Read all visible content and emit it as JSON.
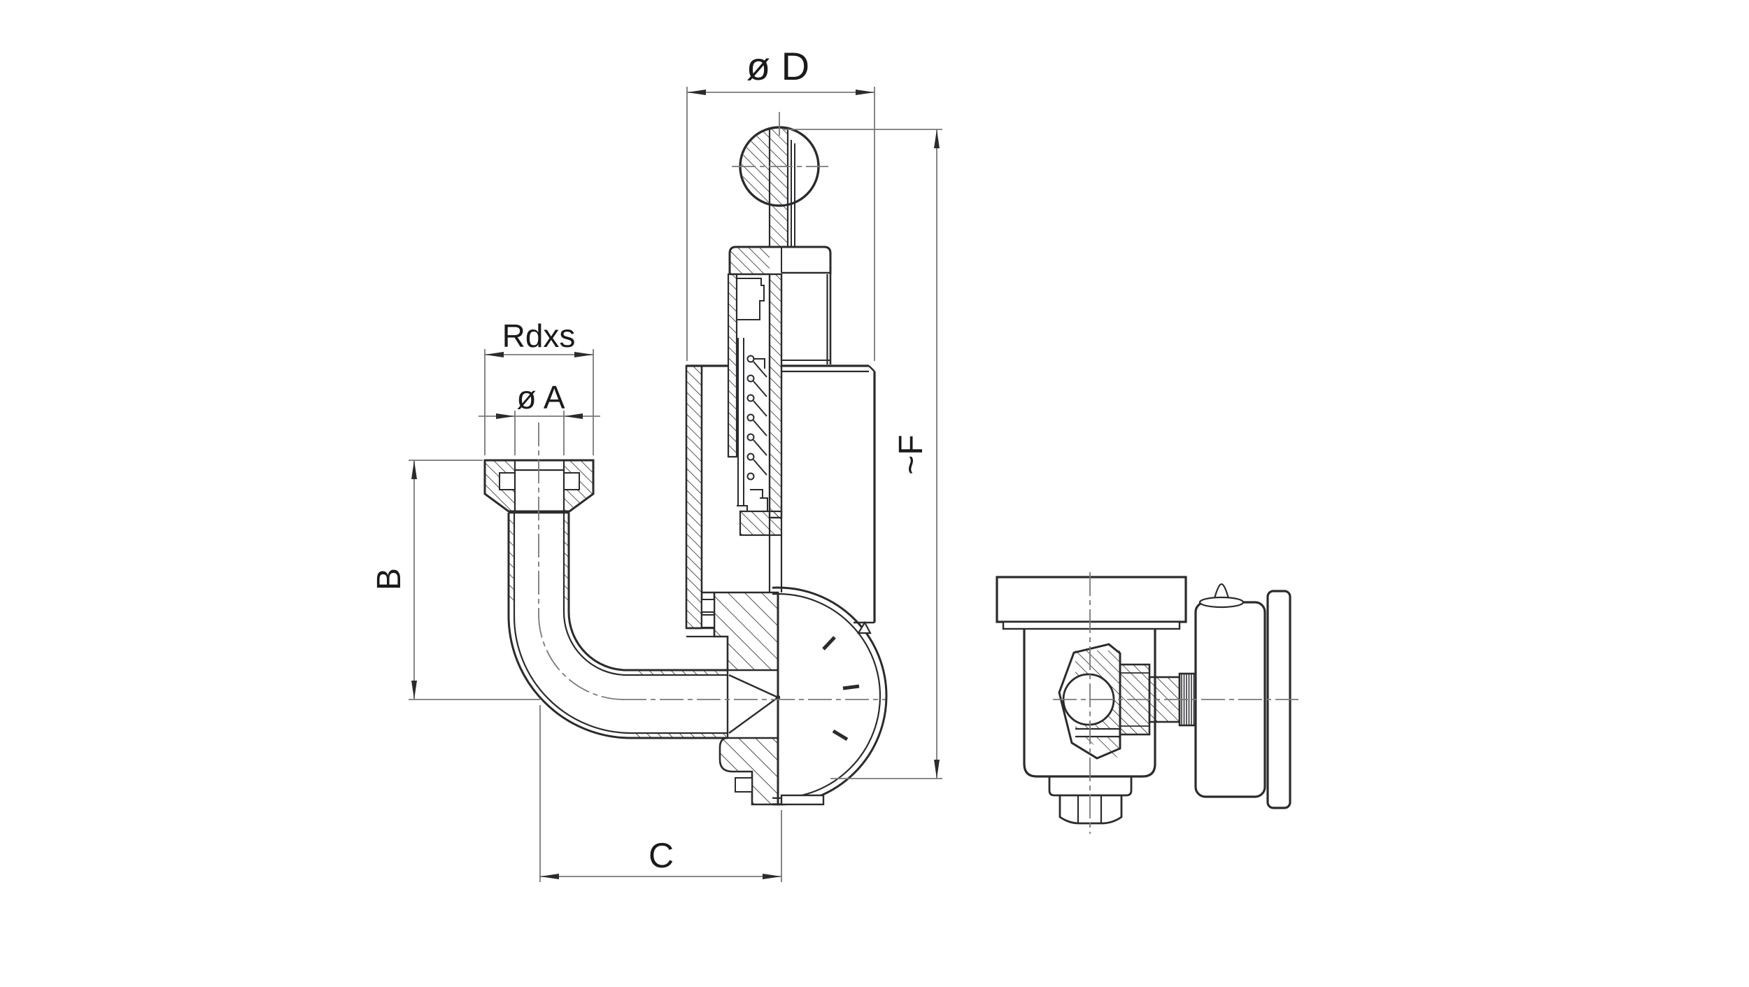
{
  "drawing": {
    "type": "valve-section-technical-drawing",
    "dimensions": {
      "diameter_top": "ø D",
      "height_overall": "~F",
      "thread": "Rdxs",
      "bore": "ø A",
      "inlet_height": "B",
      "depth": "C"
    },
    "colors": {
      "background": "#ffffff",
      "outline": "#2b2b2e",
      "dimension": "#77797c",
      "label": "#1a1a1c"
    }
  }
}
